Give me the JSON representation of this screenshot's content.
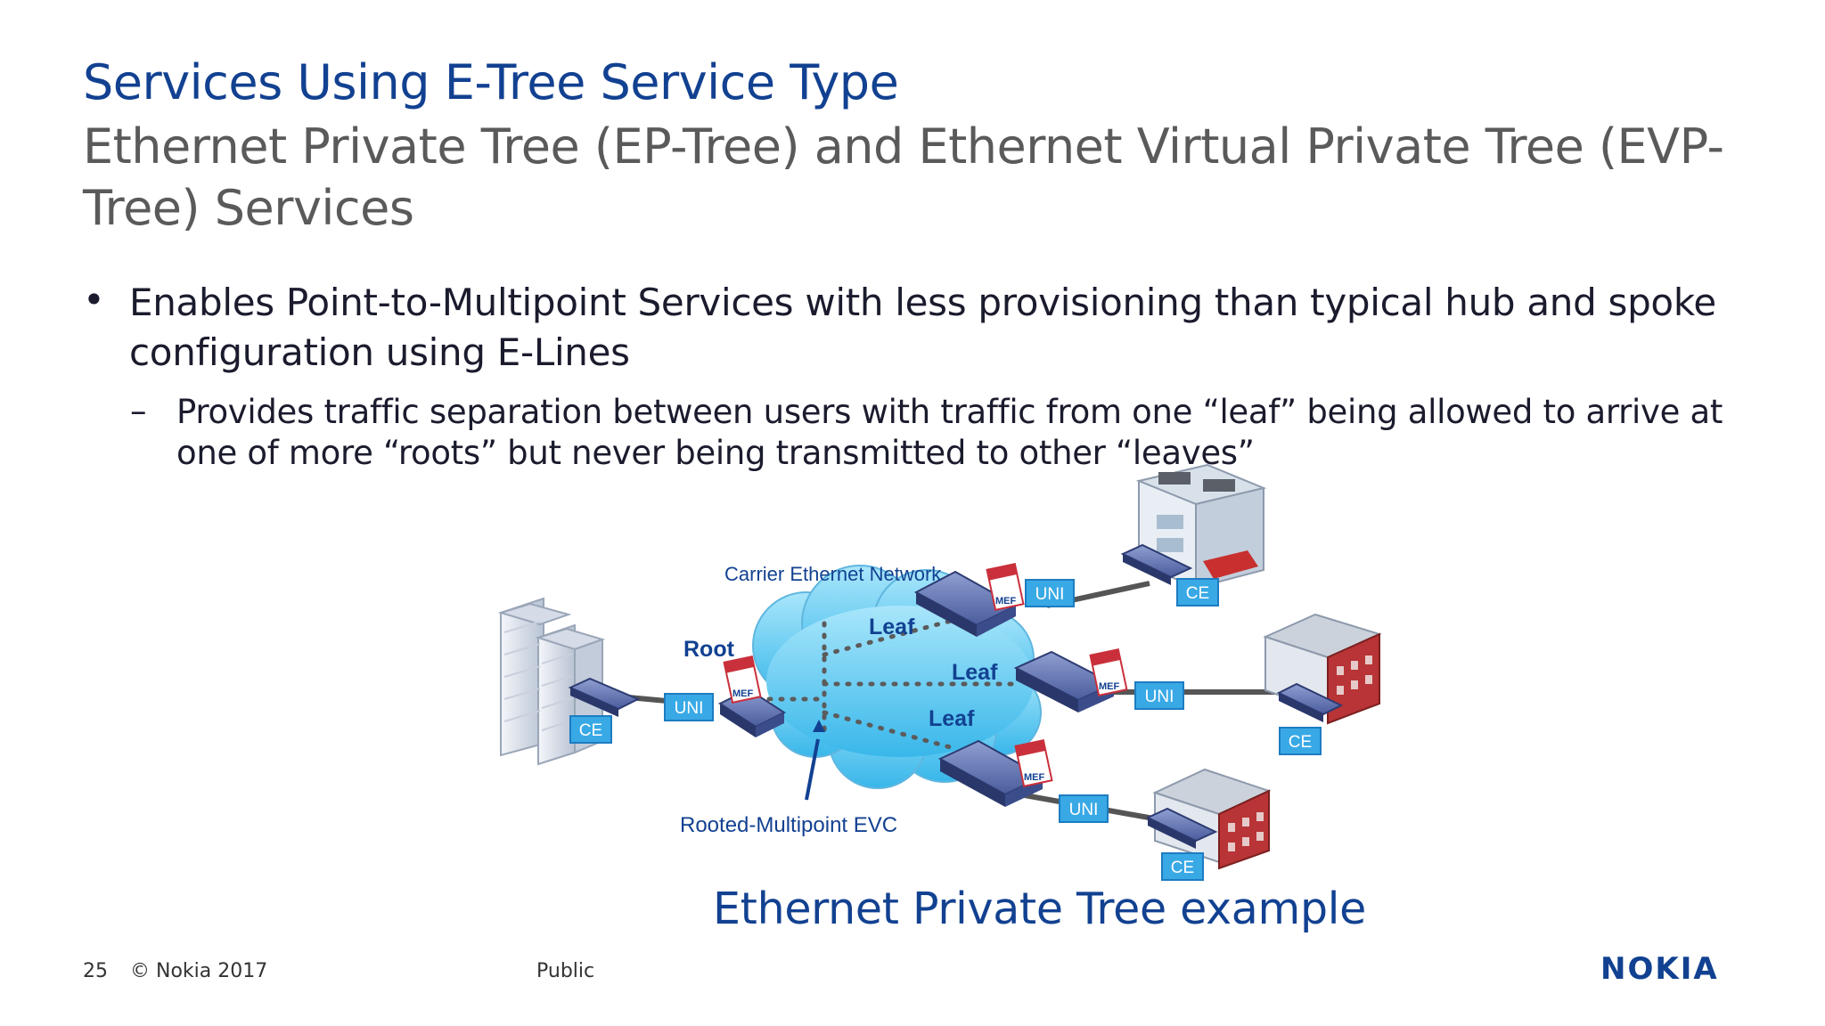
{
  "slide": {
    "title": "Services Using E-Tree Service Type",
    "subtitle": "Ethernet Private Tree (EP-Tree) and Ethernet Virtual Private Tree (EVP-Tree) Services",
    "bullet_marker": "•",
    "bullet": "Enables Point-to-Multipoint Services with less provisioning than typical hub and spoke configuration using E-Lines",
    "sub_marker": "–",
    "sub_bullet": "Provides traffic separation between users with traffic from one “leaf” being allowed to arrive at one of more “roots” but never being transmitted to other “leaves”"
  },
  "diagram": {
    "network_label": "Carrier Ethernet Network",
    "root_label": "Root",
    "leaf_labels": [
      "Leaf",
      "Leaf",
      "Leaf"
    ],
    "evc_label": "Rooted-Multipoint EVC",
    "uni_labels": [
      "UNI",
      "UNI",
      "UNI",
      "UNI"
    ],
    "ce_labels": [
      "CE",
      "CE",
      "CE",
      "CE"
    ],
    "mef_badge": "MEF",
    "caption": "Ethernet Private Tree example"
  },
  "footer": {
    "page_number": "25",
    "copyright": "© Nokia 2017",
    "classification": "Public",
    "logo_text": "NOKIA"
  },
  "colors": {
    "brand_blue": "#124191",
    "title_gray": "#5a5a5a",
    "cloud_blue": "#5fc6ef",
    "tag_blue": "#39a9e6"
  }
}
